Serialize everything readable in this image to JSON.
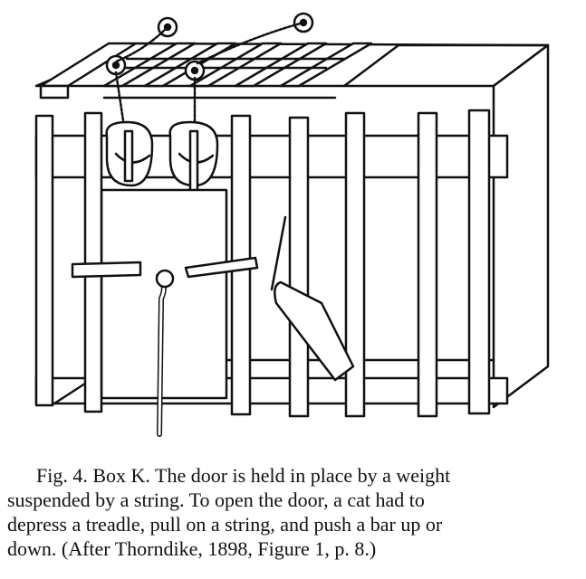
{
  "caption": {
    "line1": "Fig. 4.   Box K. The door is held in place by a weight",
    "line2": "suspended by a string. To open the door, a cat had to",
    "line3": "depress a treadle, pull on a string, and push a bar up or",
    "line4": "down. (After Thorndike, 1898, Figure 1, p. 8.)"
  },
  "colors": {
    "ink": "#111111",
    "paper": "#ffffff"
  }
}
